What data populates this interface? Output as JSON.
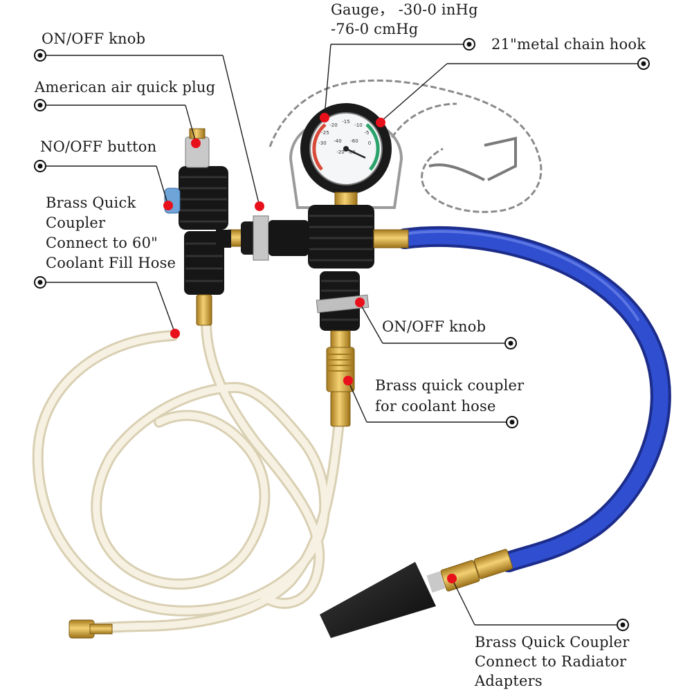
{
  "labels": {
    "gauge_line1": "Gauge， -30-0 inHg",
    "gauge_line2": "-76-0 cmHg",
    "chain_hook": "21\"metal chain hook",
    "on_off_knob_top": "ON/OFF knob",
    "american_air_plug": "American air quick plug",
    "no_off_button": "NO/OFF button",
    "brass_fill_coupler": "Brass Quick\nCoupler\nConnect to 60\"\nCoolant Fill Hose",
    "on_off_knob_bottom": "ON/OFF knob",
    "brass_coolant_coupler": "Brass quick coupler\nfor coolant hose",
    "brass_radiator_coupler": "Brass Quick Coupler\nConnect to Radiator\nAdapters"
  },
  "gauge_ticks": [
    "-15",
    "-10",
    "-20",
    "-5",
    "-25",
    "0",
    "-30",
    "-60",
    "-40",
    "-80",
    "-20"
  ],
  "colors": {
    "leader": "#1a1a1a",
    "marker": "#e8101a",
    "hose_blue": "#2a3fae",
    "hose_clear": "#efe6cc",
    "body_black": "#151515",
    "brass": "#d4a640"
  }
}
